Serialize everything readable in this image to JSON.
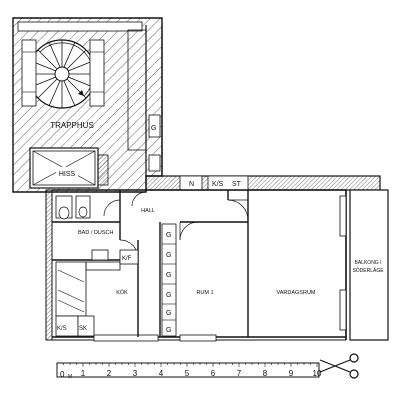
{
  "rooms": {
    "stairwell": "TRAPPHUS",
    "elevator": "HISS",
    "hall": "HALL",
    "bath": "BAD / DUSCH",
    "kitchen": "KÖK",
    "room1": "RUM 1",
    "living": "VARDAGSRUM",
    "balcony_line1": "BALKONG I",
    "balcony_line2": "SÖDERLÄGE"
  },
  "fixtures": {
    "kf": "K/F",
    "ks": "K/S",
    "sk": "SK",
    "wardrobe": "G",
    "n": "N",
    "ks_st": "K/S",
    "st": "ST"
  },
  "scale": {
    "zero": "0",
    "unit": "M",
    "ticks": [
      "1",
      "2",
      "3",
      "4",
      "5",
      "6",
      "7",
      "8",
      "9",
      "10"
    ]
  }
}
